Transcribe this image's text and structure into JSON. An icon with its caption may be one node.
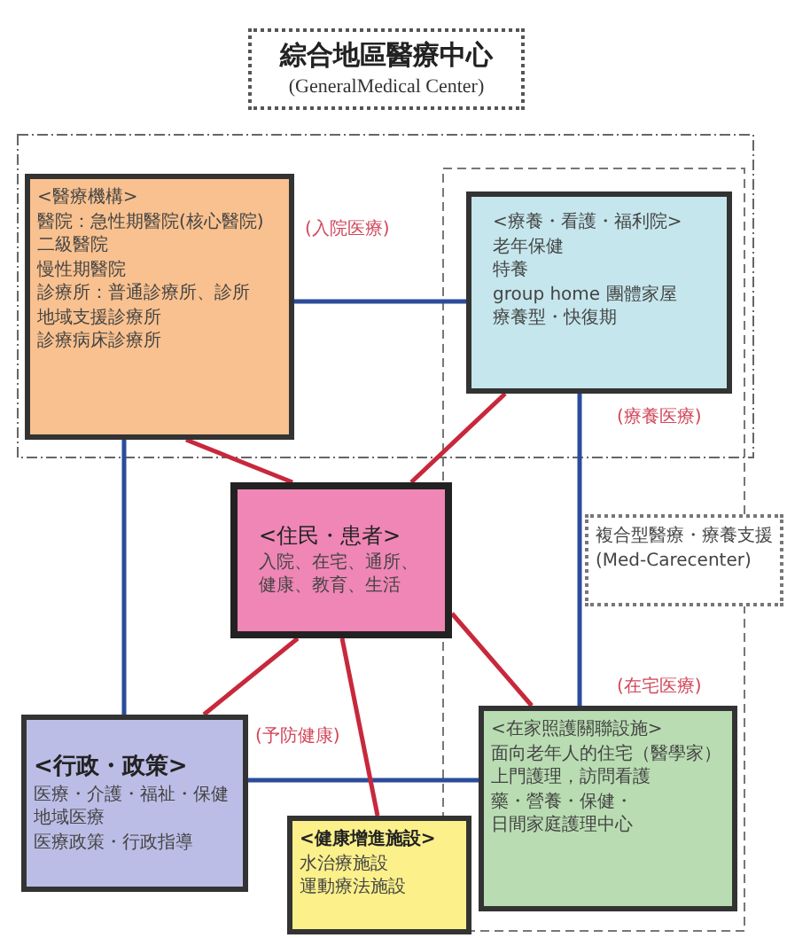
{
  "diagram": {
    "nodes": [
      {
        "text": [
          "綜合地區醫療中心",
          "(GeneralMedical Center)"
        ]
      },
      {
        "text": [
          "<醫療機構>",
          "醫院：急性期醫院(核心醫院)",
          "二級醫院",
          "慢性期醫院",
          "診療所：普通診療所、診所",
          "地域支援診療所",
          "診療病床診療所"
        ]
      },
      {
        "text": [
          "<療養・看護・福利院>",
          "老年保健",
          "特養",
          "group home 團體家屋",
          "療養型・快復期"
        ]
      },
      {
        "text": [
          "<住民・患者>",
          "入院、在宅、通所、健康、教育、生活"
        ]
      },
      {
        "text": [
          "複合型醫療・療養支援",
          "(Med-Carecenter)"
        ]
      },
      {
        "text": [
          "<行政・政策>",
          "医療・介護・福祉・保健",
          "地域医療",
          "医療政策・行政指導"
        ]
      },
      {
        "text": [
          "<在家照護關聯設施>",
          "面向老年人的住宅（醫學家）",
          "上門護理，訪問看護",
          "藥・營養・保健・",
          "日間家庭護理中心"
        ]
      },
      {
        "text": [
          "<健康增進施設>",
          "水治療施設",
          "運動療法施設"
        ]
      }
    ],
    "edges": [
      {
        "from": 1,
        "to": 2,
        "arrow": "none",
        "color": "#2b4c9b"
      },
      {
        "from": 1,
        "to": 5,
        "arrow": "none",
        "color": "#2b4c9b"
      },
      {
        "from": 2,
        "to": 6,
        "arrow": "none",
        "color": "#2b4c9b"
      },
      {
        "from": 5,
        "to": 6,
        "arrow": "none",
        "color": "#2b4c9b"
      },
      {
        "from": 1,
        "to": 3,
        "arrow": "none"
      },
      {
        "from": 2,
        "to": 3,
        "arrow": "none"
      },
      {
        "from": 3,
        "to": 5,
        "arrow": "none"
      },
      {
        "from": 3,
        "to": 6,
        "arrow": "none"
      },
      {
        "from": 3,
        "to": 7,
        "arrow": "none"
      }
    ],
    "labels": [
      "(入院医療)",
      "(療養医療)",
      "(在宅医療)",
      "(予防健康)"
    ]
  }
}
